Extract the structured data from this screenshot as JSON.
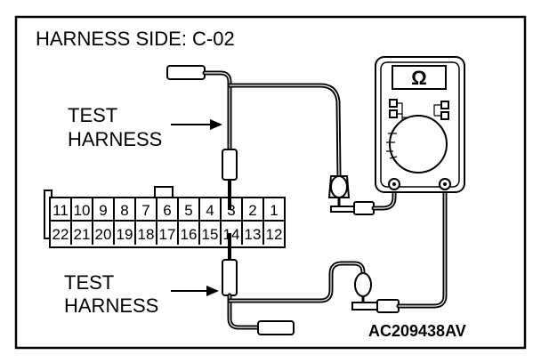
{
  "diagram": {
    "title": "HARNESS SIDE: C-02",
    "label_top": [
      "TEST",
      "HARNESS"
    ],
    "label_bottom": [
      "TEST",
      "HARNESS"
    ],
    "code": "AC209438AV",
    "meter_symbol": "Ω"
  },
  "connector": {
    "row_top": [
      "11",
      "10",
      "9",
      "8",
      "7",
      "6",
      "5",
      "4",
      "3",
      "2",
      "1"
    ],
    "row_bottom": [
      "22",
      "21",
      "20",
      "19",
      "18",
      "17",
      "16",
      "15",
      "14",
      "13",
      "12"
    ],
    "probed_top": "3",
    "probed_bottom": "14"
  }
}
